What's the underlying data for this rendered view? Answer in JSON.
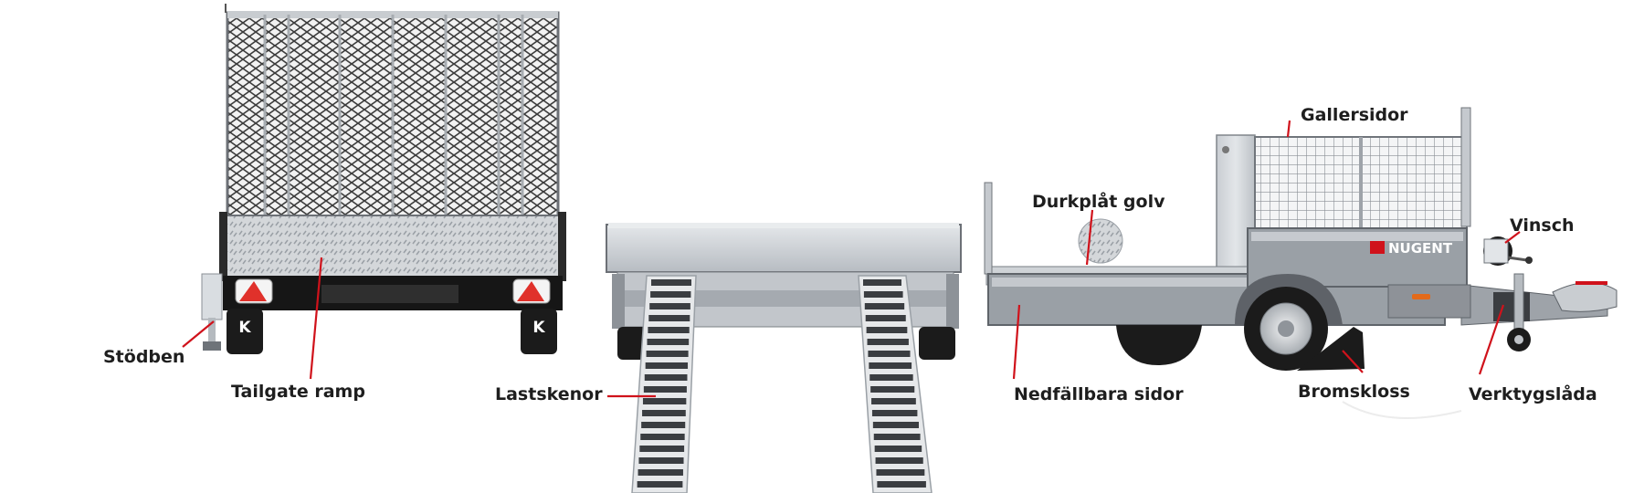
{
  "labels": {
    "stodben": "Stödben",
    "tailgate_ramp": "Tailgate ramp",
    "lastskenor": "Lastskenor",
    "durkplat_golv": "Durkplåt golv",
    "nedfallbara_sidor": "Nedfällbara sidor",
    "gallersidor": "Gallersidor",
    "bromskloss": "Bromskloss",
    "vinsch": "Vinsch",
    "verktygslada": "Verktygslåda"
  },
  "brand": {
    "name": "NUGENT",
    "wheel_badge": "K"
  },
  "colors": {
    "leader_line": "#d0121b",
    "label_text": "#1e1e1e",
    "galvanized_light": "#d9dde1",
    "galvanized_mid": "#b9bec4",
    "panel_grey": "#8e9298",
    "tyre": "#1b1b1b",
    "tail_light": "#e0312b"
  }
}
